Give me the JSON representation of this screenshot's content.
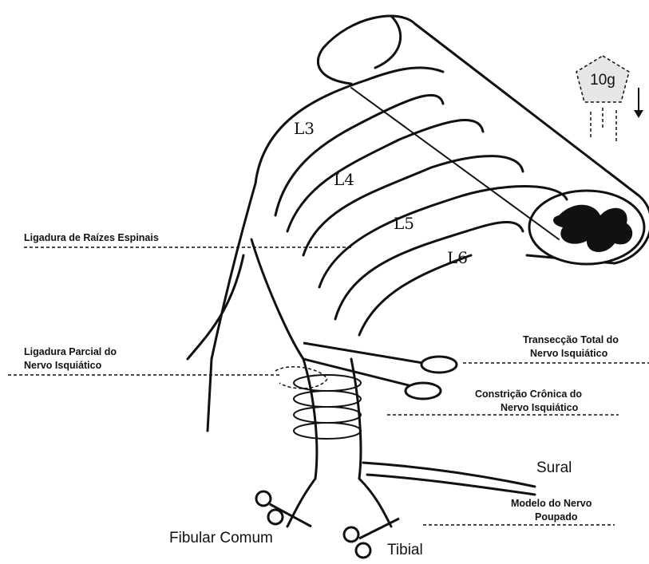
{
  "weight": {
    "label": "10g"
  },
  "roots": [
    {
      "label": "L3"
    },
    {
      "label": "L4"
    },
    {
      "label": "L5"
    },
    {
      "label": "L6"
    }
  ],
  "models": {
    "spinal_root_ligation": [
      "Ligadura de Raízes Espinais"
    ],
    "partial_ligation": [
      "Ligadura Parcial do",
      "Nervo Isquiático"
    ],
    "total_transection": [
      "Transecção Total do",
      "Nervo Isquiático"
    ],
    "chronic_constriction": [
      "Constrição Crônica do",
      "Nervo Isquiático"
    ],
    "spared_nerve": [
      "Modelo do Nervo",
      "Poupado"
    ]
  },
  "branches": {
    "sural": "Sural",
    "common_fibular": "Fibular Comum",
    "tibial": "Tibial"
  },
  "colors": {
    "ink": "#111111",
    "weight_fill": "#e6e6e6"
  }
}
